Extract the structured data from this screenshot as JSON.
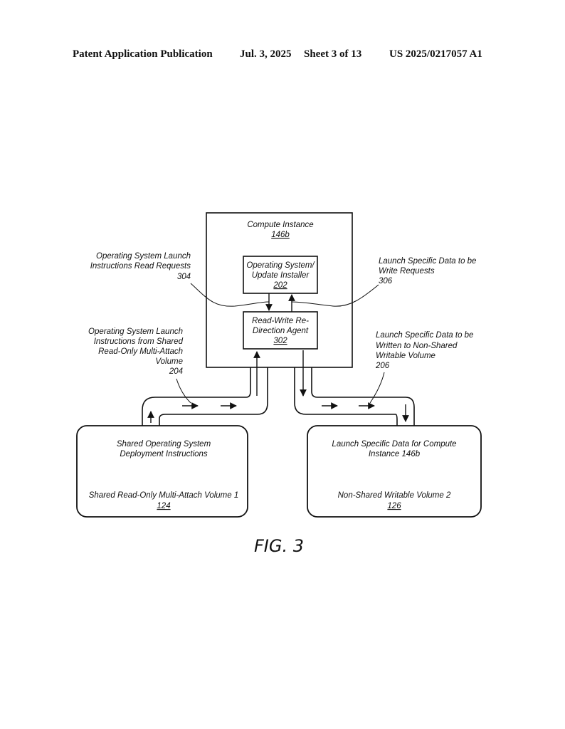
{
  "header": {
    "publication": "Patent Application Publication",
    "date": "Jul. 3, 2025",
    "sheet": "Sheet 3 of 13",
    "number": "US 2025/0217057 A1"
  },
  "diagram": {
    "compute_instance": {
      "title": "Compute Instance",
      "ref": "146b"
    },
    "os_installer": {
      "line1": "Operating System/",
      "line2": "Update Installer",
      "ref": "202"
    },
    "rw_agent": {
      "line1": "Read-Write Re-",
      "line2": "Direction Agent",
      "ref": "302"
    },
    "shared_volume": {
      "content1": "Shared Operating System",
      "content2": "Deployment Instructions",
      "name": "Shared Read-Only Multi-Attach Volume 1",
      "ref": "124"
    },
    "nonshared_volume": {
      "content1": "Launch Specific Data for Compute",
      "content2": "Instance 146b",
      "name": "Non-Shared Writable Volume 2",
      "ref": "126"
    },
    "label_304": {
      "line1": "Operating System Launch",
      "line2": "Instructions Read Requests",
      "ref": "304"
    },
    "label_306": {
      "line1": "Launch Specific Data to be",
      "line2": "Write Requests",
      "ref": "306"
    },
    "label_204": {
      "line1": "Operating System Launch",
      "line2": "Instructions from Shared",
      "line3": "Read-Only Multi-Attach",
      "line4": "Volume",
      "ref": "204"
    },
    "label_206": {
      "line1": "Launch Specific Data to be",
      "line2": "Written to Non-Shared",
      "line3": "Writable Volume",
      "ref": "206"
    }
  },
  "figure_label": "FIG. 3"
}
